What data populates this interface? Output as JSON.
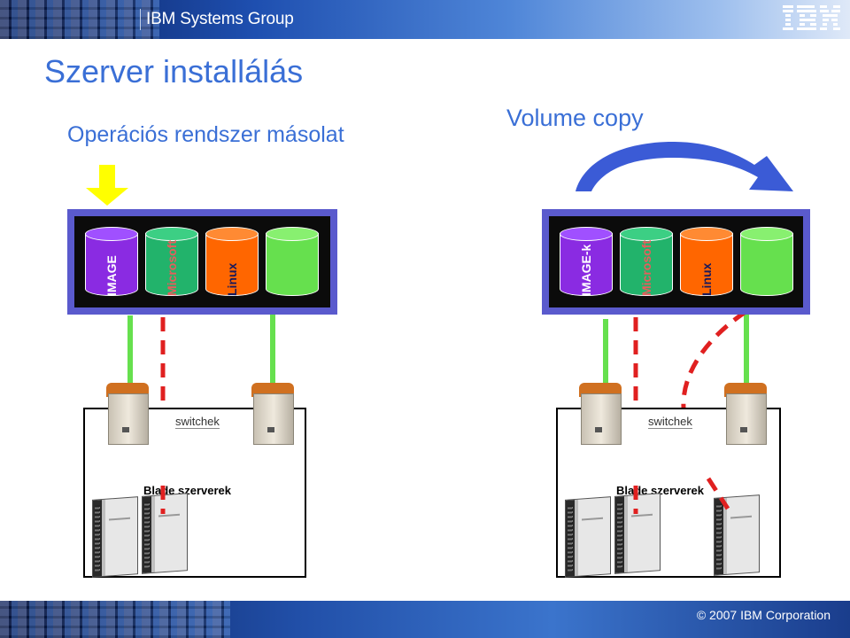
{
  "header": {
    "group": "IBM Systems Group",
    "logo_alt": "IBM"
  },
  "title": "Szerver installálás",
  "left": {
    "subtitle": "Operációs rendszer másolat",
    "volumes": [
      "IMAGE",
      "Microsoft",
      "Linux",
      ""
    ],
    "switch_label": "switchek",
    "blade_label": "Blade szerverek"
  },
  "right": {
    "subtitle": "Volume copy",
    "volumes": [
      "IMAGE-k",
      "Microsoft",
      "Linux",
      ""
    ],
    "switch_label": "switchek",
    "blade_label": "Blade szerverek"
  },
  "footer": {
    "copyright": "© 2007 IBM Corporation"
  },
  "colors": {
    "title": "#3a6fd6",
    "panel_border": "#5a5acd",
    "cyl_image": "#8a2be2",
    "cyl_microsoft": "#22b36b",
    "cyl_linux": "#ff6600",
    "cyl_empty": "#66e04e",
    "cable_green": "#66e04e",
    "cable_red": "#e02020",
    "arrow_yellow": "#ffff00",
    "arrow_blue": "#3b5bd6"
  }
}
